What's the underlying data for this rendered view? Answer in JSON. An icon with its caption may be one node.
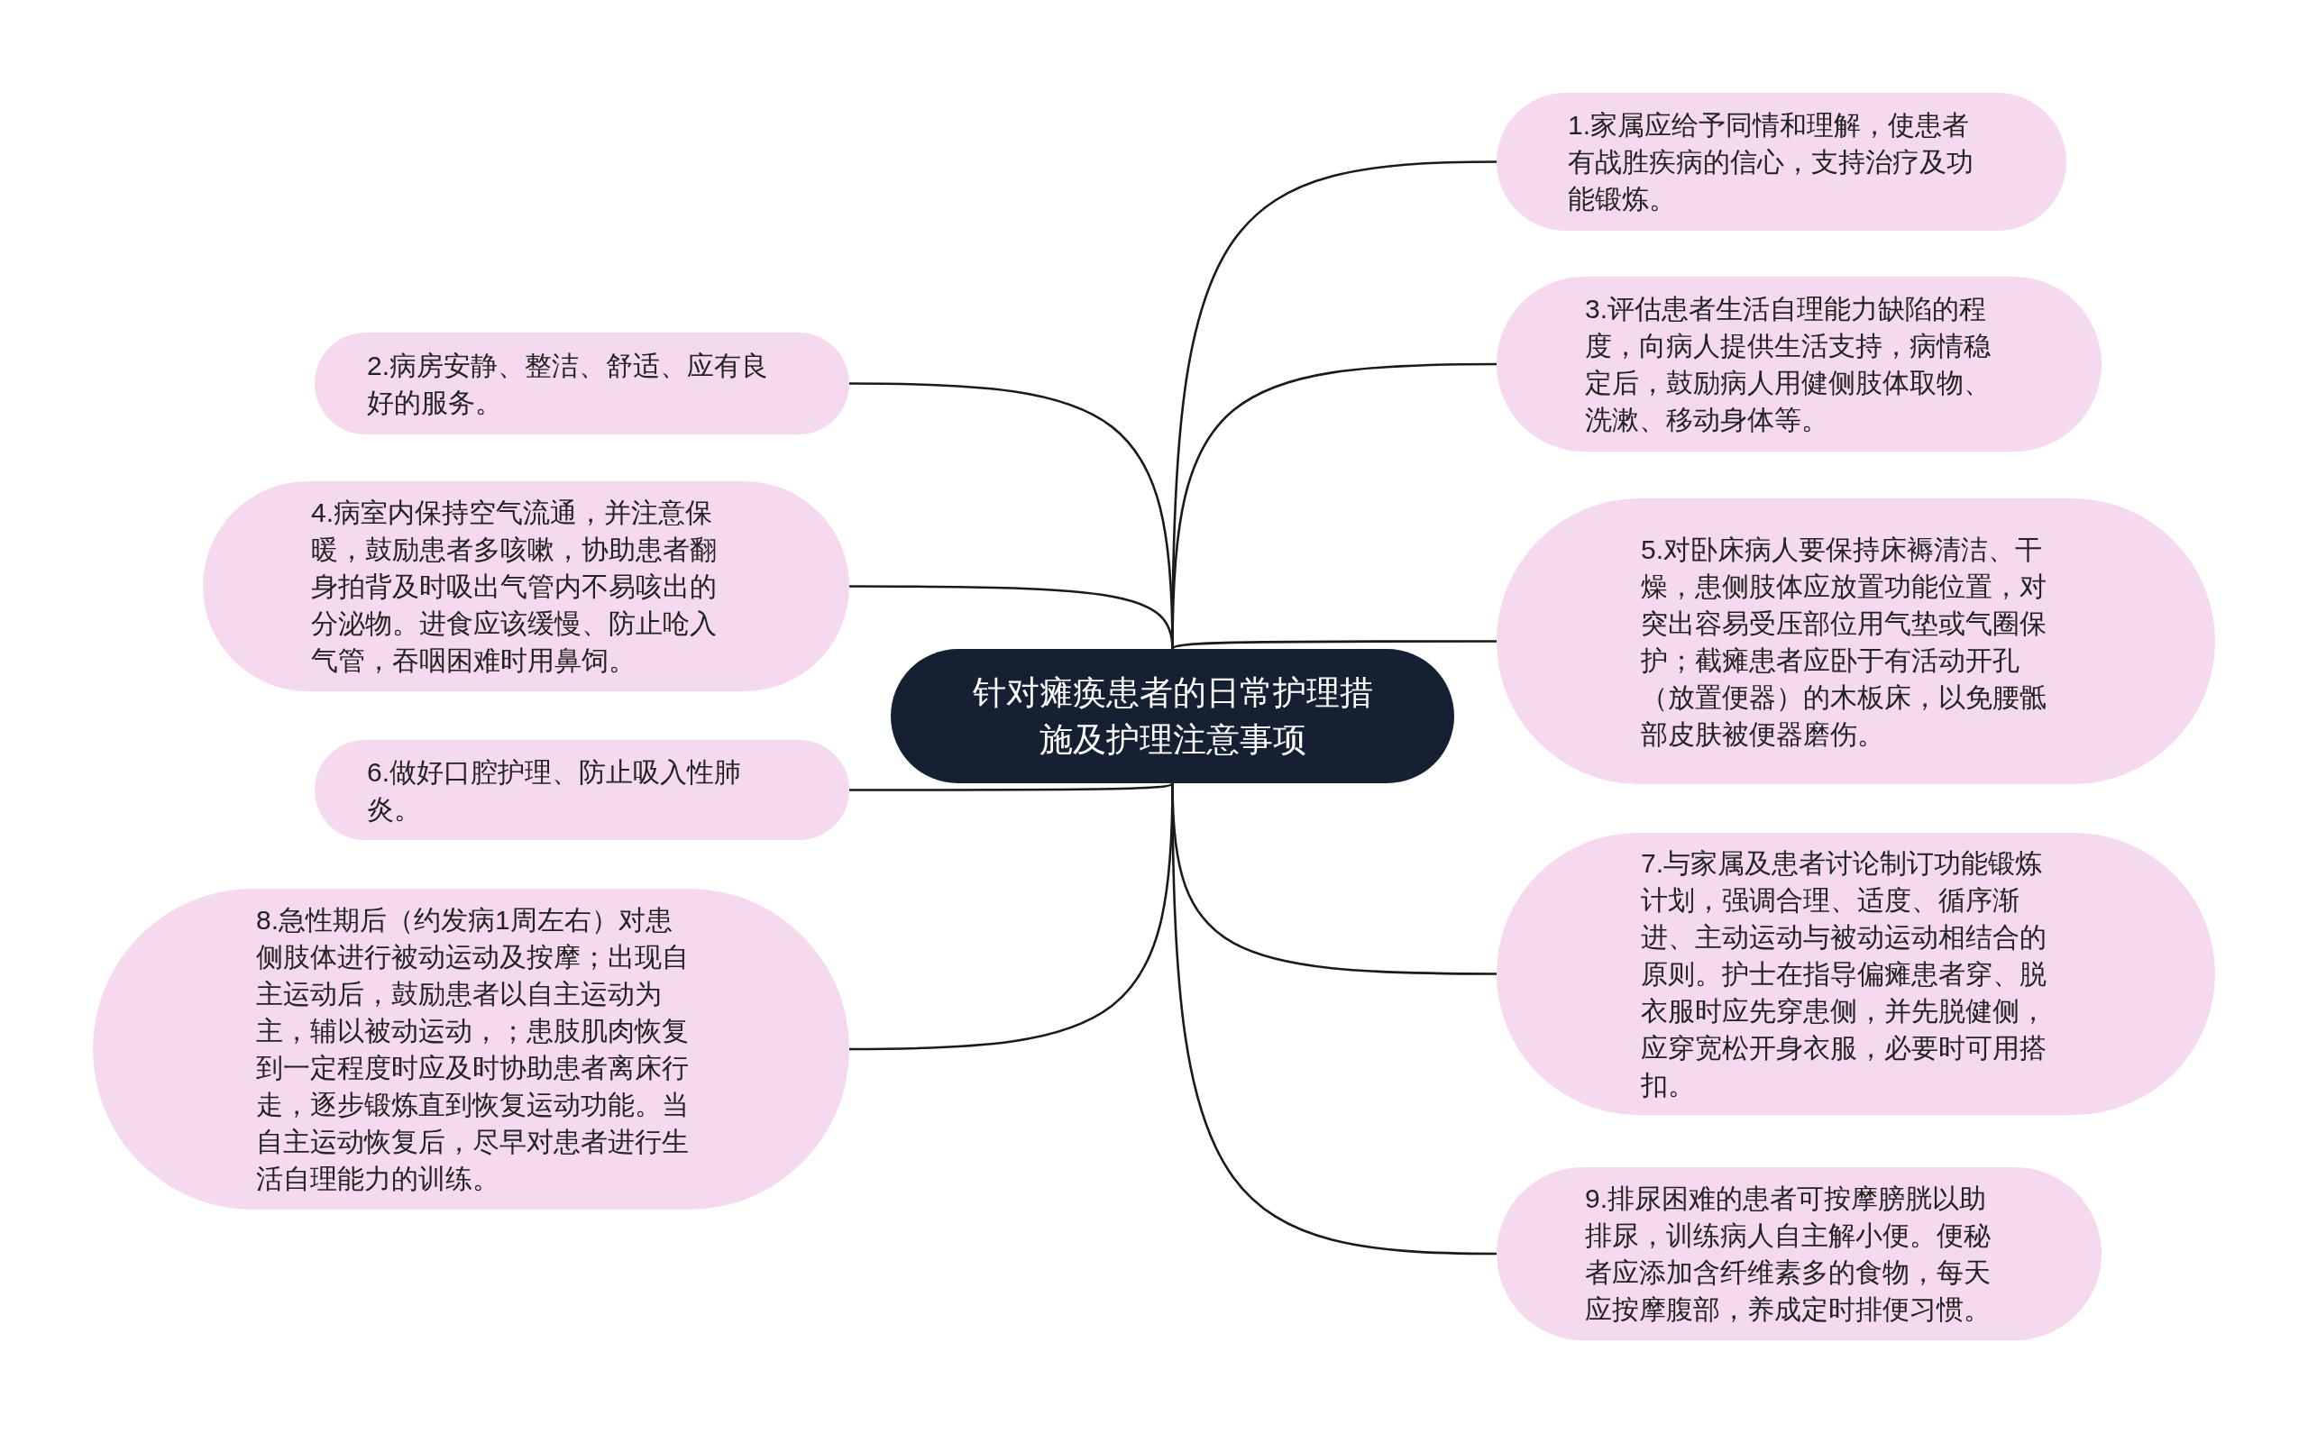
{
  "diagram": {
    "nodes": [
      {
        "text": [
          "针对瘫痪患者的日常护理措施及护理注意事项"
        ]
      },
      {
        "text": [
          "1.家属应给予同情和理解，使患者有战胜疾病的信心，支持治疗及功能锻炼。"
        ]
      },
      {
        "text": [
          "2.病房安静、整洁、舒适、应有良好的服务。"
        ]
      },
      {
        "text": [
          "3.评估患者生活自理能力缺陷的程度，向病人提供生活支持，病情稳定后，鼓励病人用健侧肢体取物、洗漱、移动身体等。"
        ]
      },
      {
        "text": [
          "4.病室内保持空气流通，并注意保暖，鼓励患者多咳嗽，协助患者翻身拍背及时吸出气管内不易咳出的分泌物。进食应该缓慢、防止呛入气管，吞咽困难时用鼻饲。"
        ]
      },
      {
        "text": [
          "5.对卧床病人要保持床褥清洁、干燥，患侧肢体应放置功能位置，对突出容易受压部位用气垫或气圈保护；截瘫患者应卧于有活动开孔（放置便器）的木板床，以免腰骶部皮肤被便器磨伤。"
        ]
      },
      {
        "text": [
          "6.做好口腔护理、防止吸入性肺炎。"
        ]
      },
      {
        "text": [
          "7.与家属及患者讨论制订功能锻炼计划，强调合理、适度、循序渐进、主动运动与被动运动相结合的原则。护士在指导偏瘫患者穿、脱衣服时应先穿患侧，并先脱健侧，应穿宽松开身衣服，必要时可用搭扣。"
        ]
      },
      {
        "text": [
          "8.急性期后（约发病1周左右）对患侧肢体进行被动运动及按摩；出现自主运动后，鼓励患者以自主运动为主，辅以被动运动，；患肢肌肉恢复到一定程度时应及时协助患者离床行走，逐步锻炼直到恢复运动功能。当自主运动恢复后，尽早对患者进行生活自理能力的训练。"
        ]
      },
      {
        "text": [
          "9.排尿困难的患者可按摩膀胱以助排尿，训练病人自主解小便。便秘者应添加含纤维素多的食物，每天应按摩腹部，养成定时排便习惯。"
        ]
      }
    ],
    "edges": [
      {
        "from": 0,
        "to": 1,
        "arrow": "none"
      },
      {
        "from": 0,
        "to": 2,
        "arrow": "none"
      },
      {
        "from": 0,
        "to": 3,
        "arrow": "none"
      },
      {
        "from": 0,
        "to": 4,
        "arrow": "none"
      },
      {
        "from": 0,
        "to": 5,
        "arrow": "none"
      },
      {
        "from": 0,
        "to": 6,
        "arrow": "none"
      },
      {
        "from": 0,
        "to": 7,
        "arrow": "none"
      },
      {
        "from": 0,
        "to": 8,
        "arrow": "none"
      },
      {
        "from": 0,
        "to": 9,
        "arrow": "none"
      }
    ]
  }
}
